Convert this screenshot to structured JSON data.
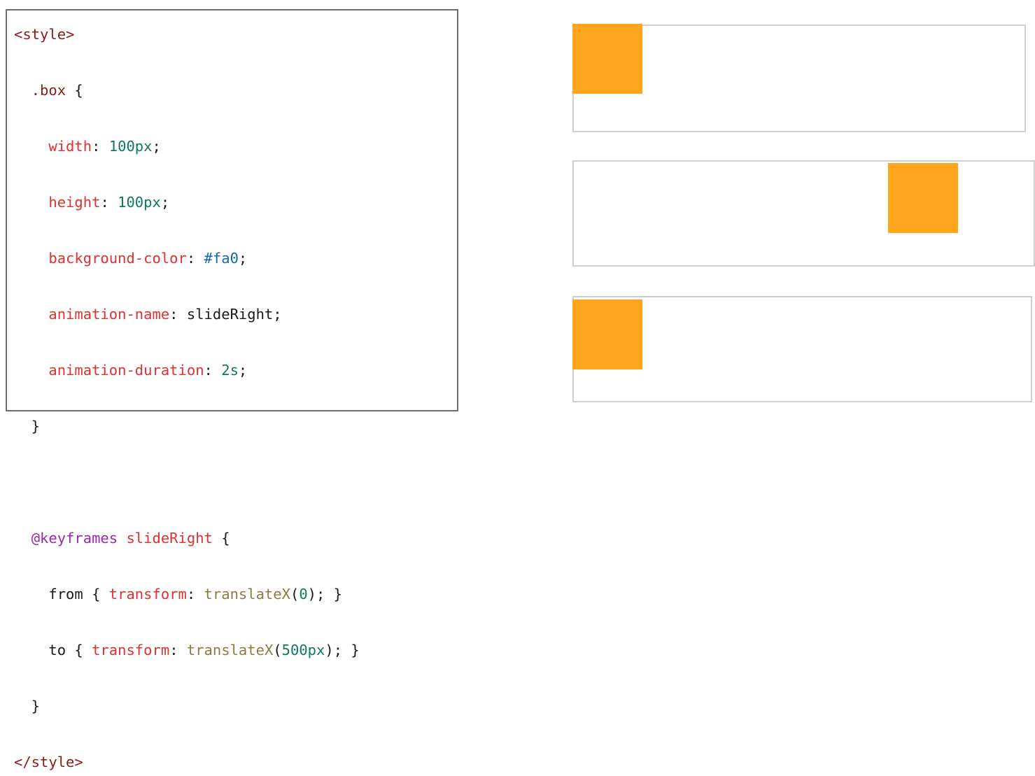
{
  "code_panel": {
    "language": "css",
    "lines": [
      [
        {
          "t": "<style>",
          "c": "tag"
        }
      ],
      [
        {
          "t": "  ",
          "c": "plain"
        },
        {
          "t": ".box",
          "c": "selector"
        },
        {
          "t": " {",
          "c": "plain"
        }
      ],
      [
        {
          "t": "    ",
          "c": "plain"
        },
        {
          "t": "width",
          "c": "prop"
        },
        {
          "t": ": ",
          "c": "plain"
        },
        {
          "t": "100px",
          "c": "value"
        },
        {
          "t": ";",
          "c": "plain"
        }
      ],
      [
        {
          "t": "    ",
          "c": "plain"
        },
        {
          "t": "height",
          "c": "prop"
        },
        {
          "t": ": ",
          "c": "plain"
        },
        {
          "t": "100px",
          "c": "value"
        },
        {
          "t": ";",
          "c": "plain"
        }
      ],
      [
        {
          "t": "    ",
          "c": "plain"
        },
        {
          "t": "background-color",
          "c": "prop"
        },
        {
          "t": ": ",
          "c": "plain"
        },
        {
          "t": "#fa0",
          "c": "hex"
        },
        {
          "t": ";",
          "c": "plain"
        }
      ],
      [
        {
          "t": "    ",
          "c": "plain"
        },
        {
          "t": "animation-name",
          "c": "prop"
        },
        {
          "t": ": ",
          "c": "plain"
        },
        {
          "t": "slideRight",
          "c": "ident"
        },
        {
          "t": ";",
          "c": "plain"
        }
      ],
      [
        {
          "t": "    ",
          "c": "plain"
        },
        {
          "t": "animation-duration",
          "c": "prop"
        },
        {
          "t": ": ",
          "c": "plain"
        },
        {
          "t": "2s",
          "c": "value"
        },
        {
          "t": ";",
          "c": "plain"
        }
      ],
      [
        {
          "t": "  }",
          "c": "plain"
        }
      ],
      [
        {
          "t": "",
          "c": "plain"
        }
      ],
      [
        {
          "t": "  ",
          "c": "plain"
        },
        {
          "t": "@keyframes",
          "c": "atrule"
        },
        {
          "t": " ",
          "c": "plain"
        },
        {
          "t": "slideRight",
          "c": "prop"
        },
        {
          "t": " {",
          "c": "plain"
        }
      ],
      [
        {
          "t": "    from { ",
          "c": "plain"
        },
        {
          "t": "transform",
          "c": "prop"
        },
        {
          "t": ": ",
          "c": "plain"
        },
        {
          "t": "translateX",
          "c": "func"
        },
        {
          "t": "(",
          "c": "plain"
        },
        {
          "t": "0",
          "c": "num"
        },
        {
          "t": "); }",
          "c": "plain"
        }
      ],
      [
        {
          "t": "    to { ",
          "c": "plain"
        },
        {
          "t": "transform",
          "c": "prop"
        },
        {
          "t": ": ",
          "c": "plain"
        },
        {
          "t": "translateX",
          "c": "func"
        },
        {
          "t": "(",
          "c": "plain"
        },
        {
          "t": "500px",
          "c": "num"
        },
        {
          "t": "); }",
          "c": "plain"
        }
      ],
      [
        {
          "t": "  }",
          "c": "plain"
        }
      ],
      [
        {
          "t": "</style>",
          "c": "tag"
        }
      ]
    ]
  },
  "preview": {
    "box_color": "#FFA51E",
    "panel_border_color": "#CFCFCF",
    "panels": [
      {
        "name": "animation-start-frame",
        "box_position": "left"
      },
      {
        "name": "animation-end-frame",
        "box_position": "right"
      },
      {
        "name": "animation-reset-frame",
        "box_position": "left"
      }
    ]
  }
}
